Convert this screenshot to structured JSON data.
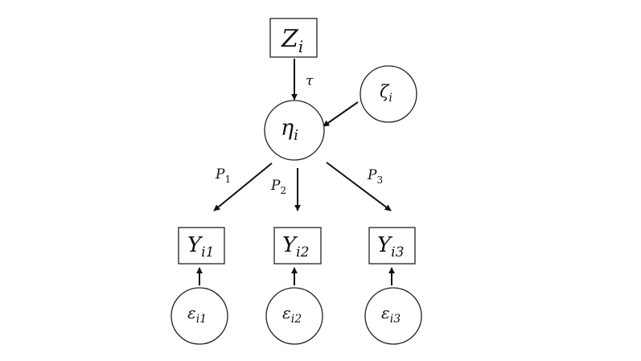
{
  "diagram": {
    "nodes": {
      "z": {
        "base": "Z",
        "sub": "i"
      },
      "zeta": {
        "base": "ζ",
        "sub": "i"
      },
      "eta": {
        "base": "η",
        "sub": "i"
      },
      "y1": {
        "base": "Y",
        "sub": "i1"
      },
      "y2": {
        "base": "Y",
        "sub": "i2"
      },
      "y3": {
        "base": "Y",
        "sub": "i3"
      },
      "e1": {
        "base": "ε",
        "sub": "i1"
      },
      "e2": {
        "base": "ε",
        "sub": "i2"
      },
      "e3": {
        "base": "ε",
        "sub": "i3"
      }
    },
    "edges": {
      "tau": {
        "base": "τ",
        "sub": ""
      },
      "p1": {
        "base": "P",
        "sub": "1"
      },
      "p2": {
        "base": "P",
        "sub": "2"
      },
      "p3": {
        "base": "P",
        "sub": "3"
      }
    }
  }
}
